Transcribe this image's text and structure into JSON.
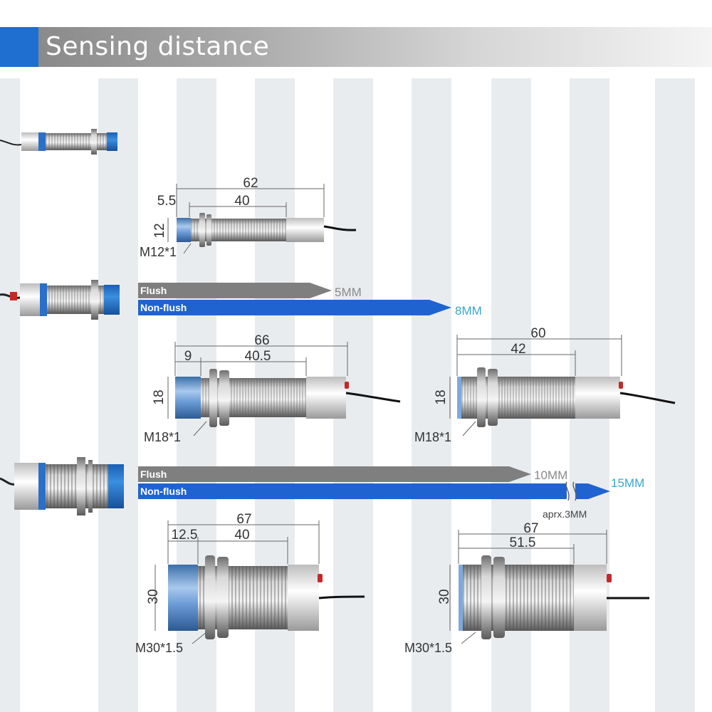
{
  "header": {
    "title": "Sensing distance",
    "accent_color": "#1f6fd1"
  },
  "colors": {
    "flush_arrow": "#7f7f7f",
    "nonflush_arrow": "#1f63d0",
    "distance_label_blue": "#3aa7c9",
    "stripe": "#e9ecef"
  },
  "rows": [
    {
      "size": "M12",
      "diagrams": [
        {
          "thread_label": "M12*1",
          "diameter": "12",
          "overall": "62",
          "thread_len": "40",
          "face_len": "5.5"
        }
      ]
    },
    {
      "size": "M18",
      "flush_label": "Flush",
      "flush_distance": "5MM",
      "nonflush_label": "Non-flush",
      "nonflush_distance": "8MM",
      "diagrams": [
        {
          "thread_label": "M18*1",
          "diameter": "18",
          "overall": "66",
          "thread_len": "40.5",
          "face_len": "9"
        },
        {
          "thread_label": "M18*1",
          "diameter": "18",
          "overall": "60",
          "thread_len": "42"
        }
      ]
    },
    {
      "size": "M30",
      "flush_label": "Flush",
      "flush_distance": "10MM",
      "nonflush_label": "Non-flush",
      "nonflush_distance": "15MM",
      "note": "aprx.3MM",
      "diagrams": [
        {
          "thread_label": "M30*1.5",
          "diameter": "30",
          "overall": "67",
          "thread_len": "40",
          "face_len": "12.5"
        },
        {
          "thread_label": "M30*1.5",
          "diameter": "30",
          "overall": "67",
          "thread_len": "51.5"
        }
      ]
    }
  ]
}
